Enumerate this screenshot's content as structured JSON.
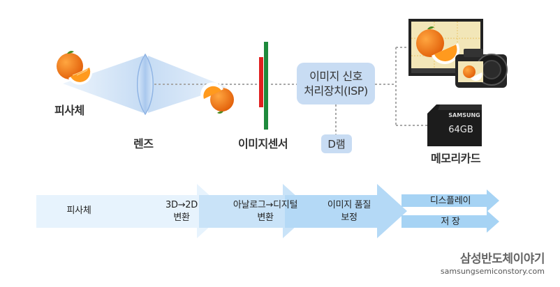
{
  "labels": {
    "subject": "피사체",
    "lens": "렌즈",
    "image_sensor": "이미지센서",
    "isp_line1": "이미지 신호",
    "isp_line2": "처리장치(ISP)",
    "dram": "D램",
    "memory_card": "메모리카드"
  },
  "memory_card": {
    "brand": "SAMSUNG",
    "capacity": "64GB"
  },
  "pipeline": {
    "step1": "피사체",
    "step2_line1": "3D→2D",
    "step2_line2": "변환",
    "step3_line1": "아날로그→디지털",
    "step3_line2": "변환",
    "step4_line1": "이미지 품질",
    "step4_line2": "보정",
    "step5a": "디스플레이",
    "step5b": "저 장"
  },
  "brand": {
    "title": "삼성반도체이야기",
    "url": "samsungsemiconstory.com"
  },
  "colors": {
    "box_fill": "#c8dcf3",
    "sensor_green": "#1e8a3c",
    "sensor_red": "#e02020",
    "lens_blue": "#b9d2f0",
    "orange": "#f07a10",
    "arrow_blue": "#9fd0f3"
  }
}
